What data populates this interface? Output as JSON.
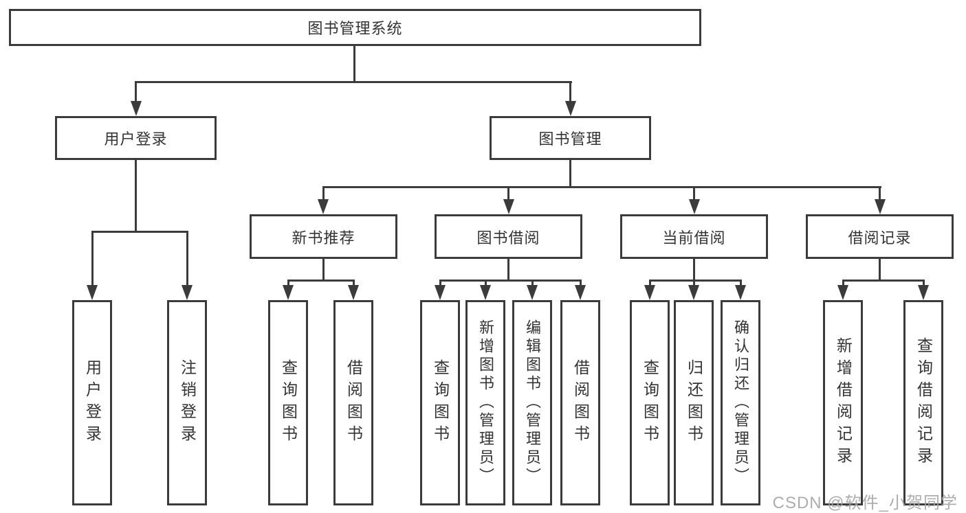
{
  "root": {
    "label": "图书管理系统"
  },
  "level2": [
    {
      "label": "用户登录"
    },
    {
      "label": "图书管理"
    }
  ],
  "user_login_children": [
    {
      "label": "用户登录"
    },
    {
      "label": "注销登录"
    }
  ],
  "book_mgmt_sections": [
    {
      "label": "新书推荐",
      "children": [
        {
          "label": "查询图书"
        },
        {
          "label": "借阅图书"
        }
      ]
    },
    {
      "label": "图书借阅",
      "children": [
        {
          "label": "查询图书"
        },
        {
          "label": "新增图书（管理员）"
        },
        {
          "label": "编辑图书（管理员）"
        },
        {
          "label": "借阅图书"
        }
      ]
    },
    {
      "label": "当前借阅",
      "children": [
        {
          "label": "查询图书"
        },
        {
          "label": "归还图书"
        },
        {
          "label": "确认归还（管理员）"
        }
      ]
    },
    {
      "label": "借阅记录",
      "children": [
        {
          "label": "新增借阅记录"
        },
        {
          "label": "查询借阅记录"
        }
      ]
    }
  ],
  "watermark": {
    "text": "CSDN @软件_小贺同学"
  },
  "colors": {
    "line": "#3b3b3b",
    "text": "#333333",
    "watermark": "#a4a4a4",
    "background": "#ffffff"
  }
}
